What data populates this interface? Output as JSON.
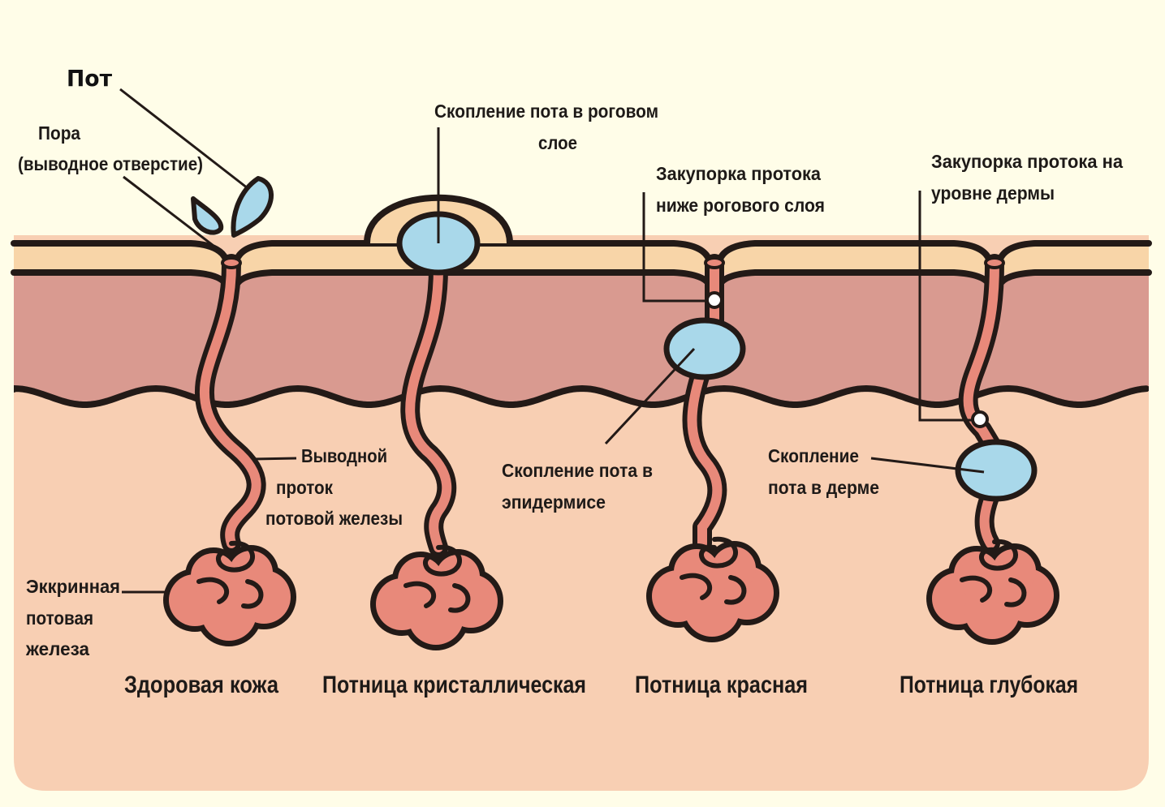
{
  "colors": {
    "background": "#fffde8",
    "stratum_corneum": "#f8d5a8",
    "epidermis": "#d99a90",
    "dermis": "#f8cfb3",
    "duct": "#e8897a",
    "sweat": "#a9d8ea",
    "outline": "#231a17"
  },
  "labels": {
    "sweat": "Пот",
    "pore_1": "Пора",
    "pore_2": "(выводное отверстие)",
    "corneum_acc_1": "Скопление пота в роговом",
    "corneum_acc_2": "слое",
    "block_below_1": "Закупорка протока",
    "block_below_2": "ниже рогового слоя",
    "block_dermis_1": "Закупорка протока на",
    "block_dermis_2": "уровне дермы",
    "duct_1": "Выводной",
    "duct_2": "проток",
    "duct_3": "потовой железы",
    "epi_acc_1": "Скопление пота в",
    "epi_acc_2": "эпидермисе",
    "derm_acc_1": "Скопление",
    "derm_acc_2": "пота в дерме",
    "gland_1": "Эккринная",
    "gland_2": "потовая",
    "gland_3": "железа"
  },
  "captions": [
    "Здоровая кожа",
    "Потница кристаллическая",
    "Потница красная",
    "Потница глубокая"
  ]
}
